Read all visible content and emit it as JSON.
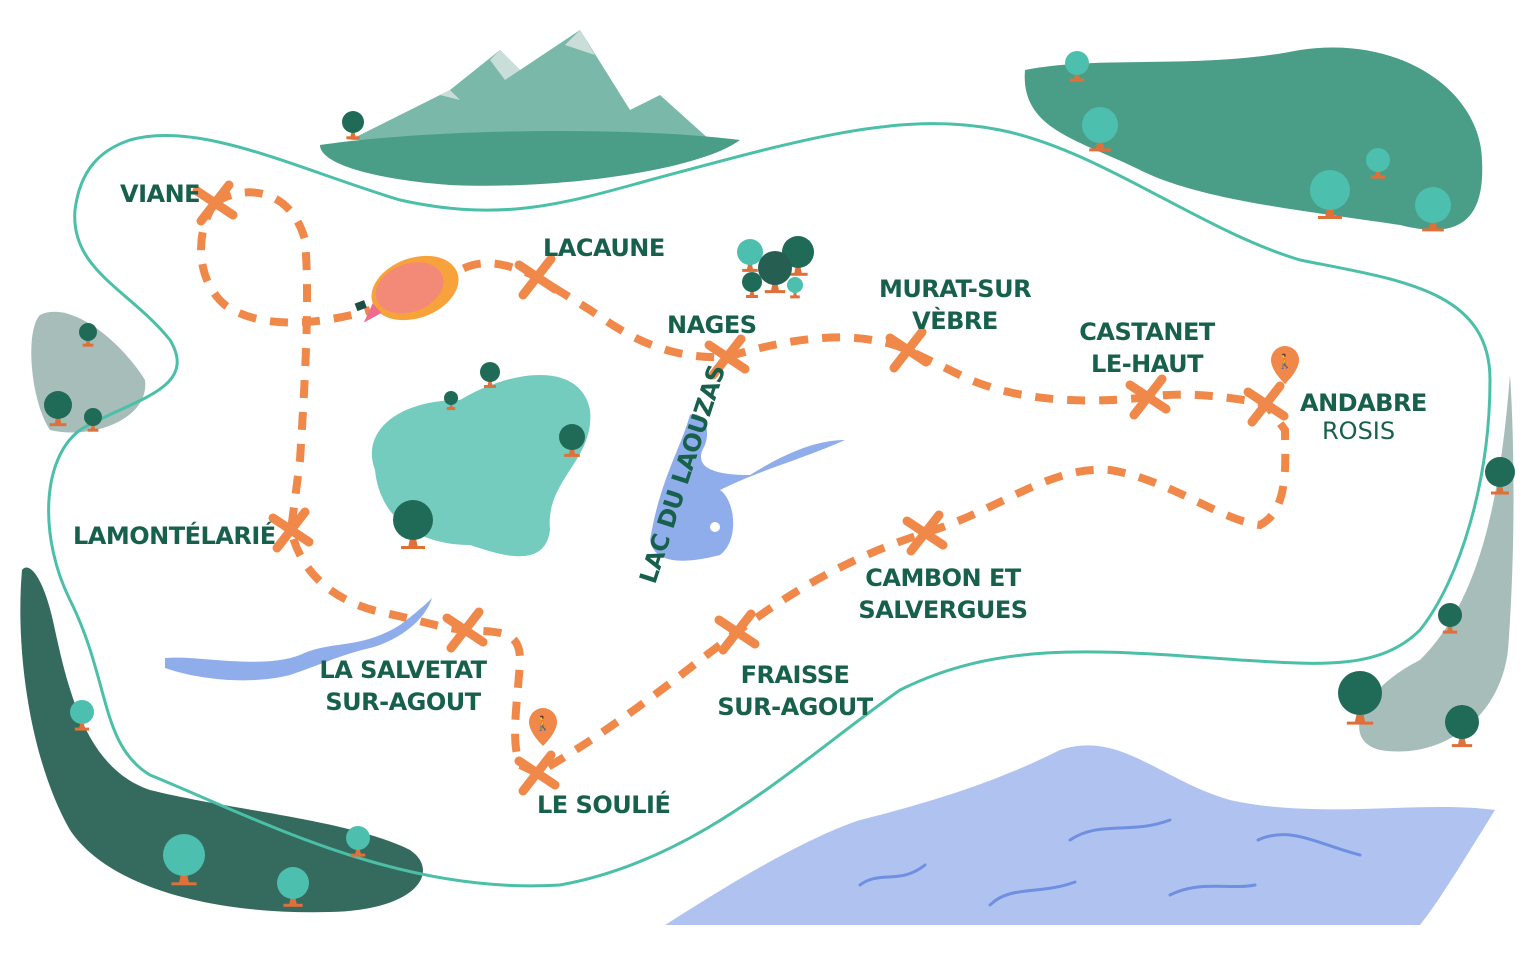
{
  "colors": {
    "route": "#f0884a",
    "label": "#17604c",
    "boundary": "#4bbfa7",
    "forest": "#4a9e88",
    "forest_dark": "#356b5e",
    "lake": "#8fadeb",
    "sea": "#b0c3f0",
    "island": "#74ccbf",
    "hill_gray": "#a6bdb9"
  },
  "places": {
    "viane": "VIANE",
    "lacaune": "LACAUNE",
    "nages": "NAGES",
    "murat": [
      "MURAT-SUR",
      "VÈBRE"
    ],
    "castanet": [
      "CASTANET",
      "LE-HAUT"
    ],
    "andabre": [
      "ANDABRE",
      "ROSIS"
    ],
    "lamontelarie": "LAMONTÉLARIÉ",
    "cambon": [
      "CAMBON ET",
      "SALVERGUES"
    ],
    "salvetat": [
      "LA SALVETAT",
      "SUR-AGOUT"
    ],
    "fraisse": [
      "FRAISSE",
      "SUR-AGOUT"
    ],
    "soulie": "LE SOULIÉ",
    "lake": "LAC DU LAOUZAS"
  },
  "icons": {
    "hiker": "hiker-pin-icon",
    "balloon": "hot-air-balloon-icon",
    "waypoint": "cross-marker-icon",
    "tree": "tree-icon",
    "mountain": "mountain-icon"
  }
}
